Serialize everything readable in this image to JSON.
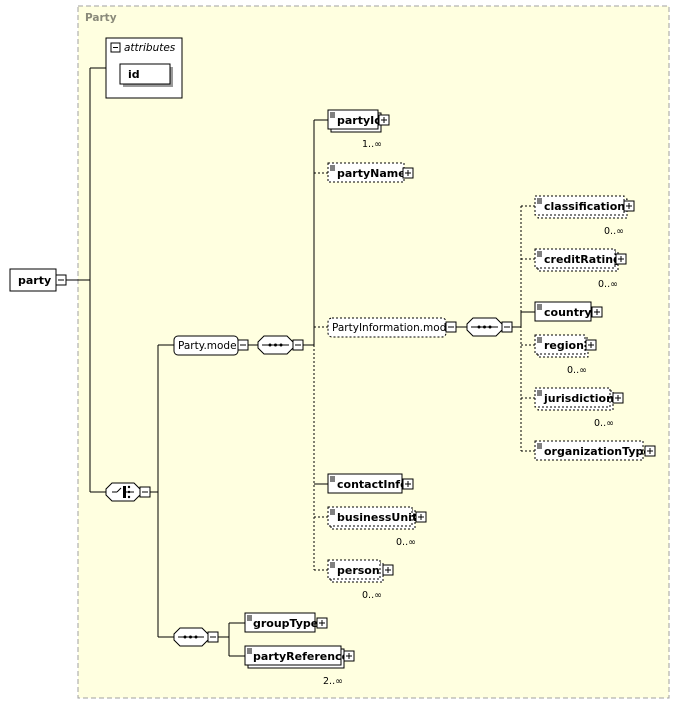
{
  "title": "Party",
  "root": {
    "label": "party"
  },
  "attributes": {
    "header": "attributes",
    "items": [
      "id"
    ]
  },
  "model": {
    "label": "Party.model"
  },
  "party_info_model": {
    "label": "PartyInformation.model"
  },
  "elements": {
    "partyId": {
      "label": "partyId",
      "cardinality": "1..∞"
    },
    "partyName": {
      "label": "partyName"
    },
    "classification": {
      "label": "classification",
      "cardinality": "0..∞"
    },
    "creditRating": {
      "label": "creditRating",
      "cardinality": "0..∞"
    },
    "country": {
      "label": "country"
    },
    "region": {
      "label": "region",
      "cardinality": "0..∞"
    },
    "jurisdiction": {
      "label": "jurisdiction",
      "cardinality": "0..∞"
    },
    "organizationType": {
      "label": "organizationType"
    },
    "contactInfo": {
      "label": "contactInfo"
    },
    "businessUnit": {
      "label": "businessUnit",
      "cardinality": "0..∞"
    },
    "person": {
      "label": "person",
      "cardinality": "0..∞"
    },
    "groupType": {
      "label": "groupType"
    },
    "partyReference": {
      "label": "partyReference",
      "cardinality": "2..∞"
    }
  },
  "colors": {
    "background": "#ffffe0",
    "frame_border": "#a0a0a0",
    "title": "#8a8a7a"
  }
}
